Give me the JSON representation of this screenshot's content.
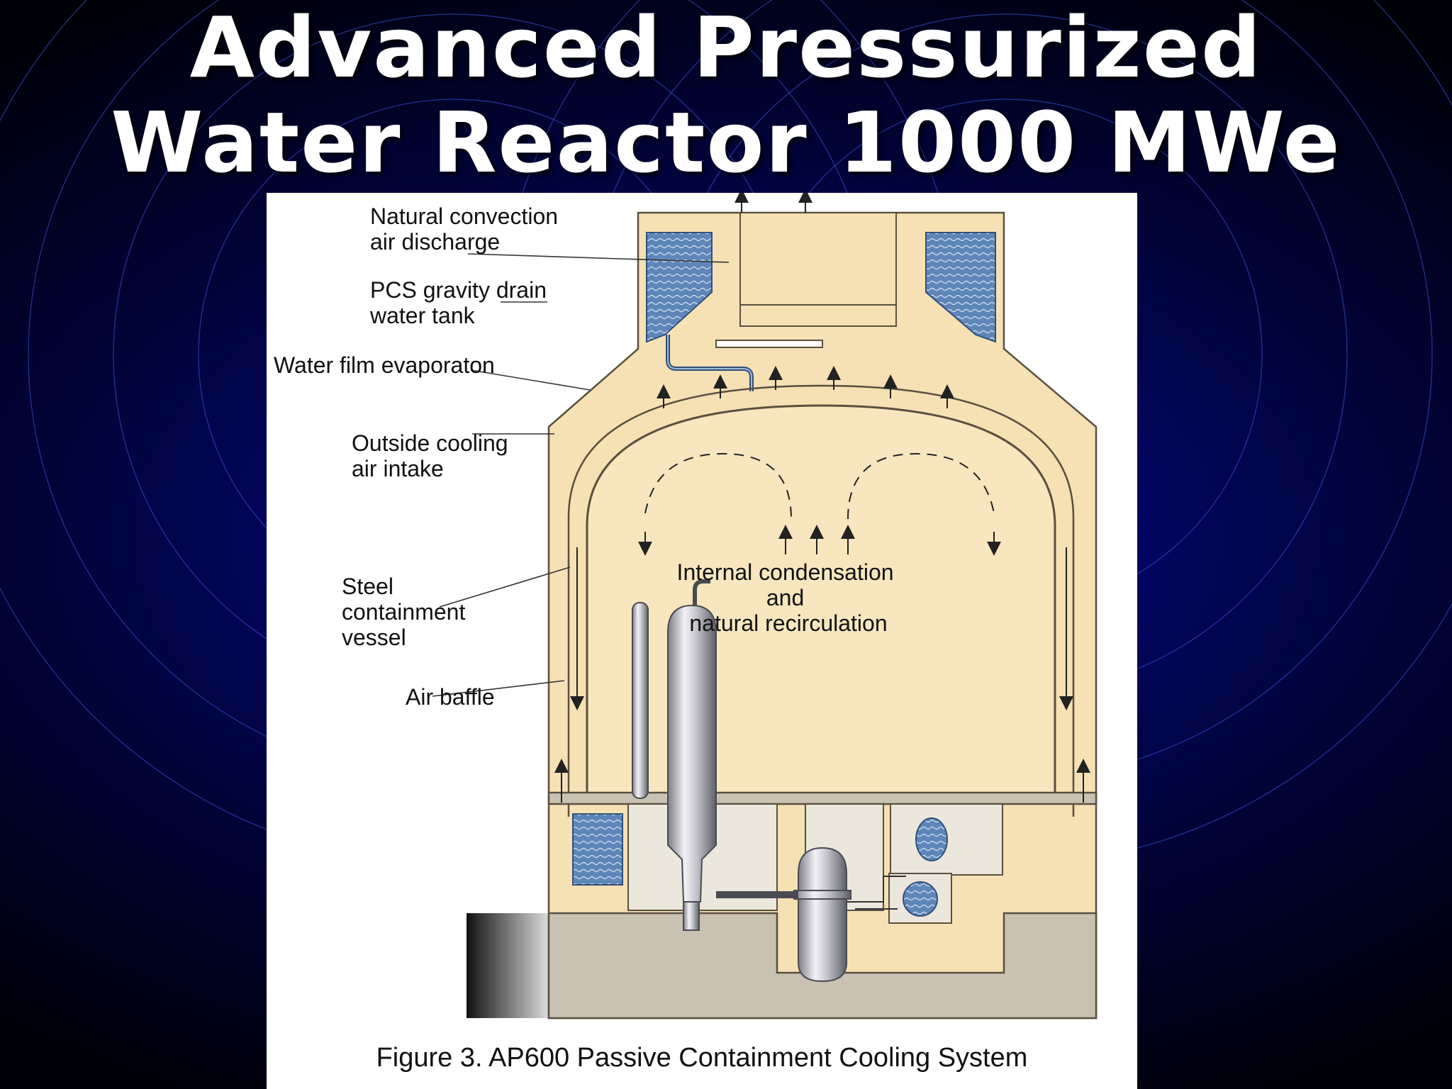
{
  "slide": {
    "title_line1": "Advanced Pressurized",
    "title_line2": "Water Reactor 1000 MWe"
  },
  "figure": {
    "labels": {
      "natural_convection_line1": "Natural convection",
      "natural_convection_line2": "air discharge",
      "pcs_tank_line1": "PCS gravity drain",
      "pcs_tank_line2": "water tank",
      "water_film": "Water film evaporaton",
      "outside_air_line1": "Outside cooling",
      "outside_air_line2": "air intake",
      "steel_vessel_line1": "Steel",
      "steel_vessel_line2": "containment",
      "steel_vessel_line3": "vessel",
      "air_baffle": "Air baffle",
      "internal_line1": "Internal condensation",
      "internal_line2": "and",
      "internal_line3": "natural recirculation"
    },
    "caption": "Figure 3. AP600 Passive Containment Cooling System"
  },
  "colors": {
    "background": "#02066a",
    "title": "#ffffff",
    "containment_fill": "#f6e1b4",
    "water": "#5f86b8",
    "concrete": "#c9c1b2"
  }
}
